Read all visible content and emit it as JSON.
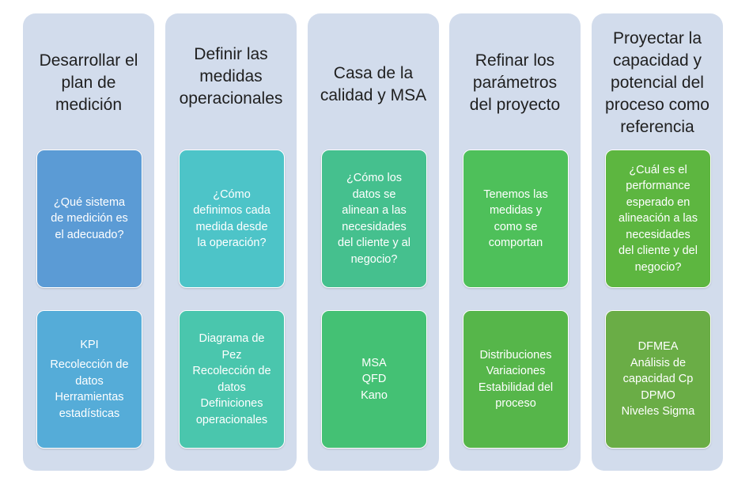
{
  "colors": {
    "column_bg": "#d2dcec",
    "title_text": "#1f1f1f",
    "box_text": "#ffffff",
    "col1": "#5b9bd5",
    "col2": "#4dc4c8",
    "col3": "#45c08e",
    "col4": "#4ec05a",
    "col5": "#6aad46"
  },
  "columns": [
    {
      "title": [
        "Desarrollar el",
        "plan de",
        "medición"
      ],
      "question": [
        "¿Qué sistema",
        "de medición es",
        "el adecuado?"
      ],
      "tools_first": [
        "KPI"
      ],
      "tools": [
        "Recolección de",
        "datos",
        "Herramientas",
        "estadísticas"
      ]
    },
    {
      "title": [
        "Definir las",
        "medidas",
        "operacionales"
      ],
      "question": [
        "¿Cómo",
        "definimos cada",
        "medida desde",
        "la operación?"
      ],
      "tools": [
        "Diagrama de",
        "Pez",
        "Recolección de",
        "datos",
        "Definiciones",
        "operacionales"
      ]
    },
    {
      "title": [
        "Casa de la",
        "calidad y MSA"
      ],
      "question": [
        "¿Cómo los",
        "datos se",
        "alinean a las",
        "necesidades",
        "del cliente y al",
        "negocio?"
      ],
      "tools": [
        "MSA",
        "QFD",
        "Kano"
      ]
    },
    {
      "title": [
        "Refinar los",
        "parámetros",
        "del proyecto"
      ],
      "question": [
        "Tenemos las",
        "medidas y",
        "como se",
        "comportan"
      ],
      "tools": [
        "Distribuciones",
        "Variaciones",
        "Estabilidad del",
        "proceso"
      ]
    },
    {
      "title": [
        "Proyectar la",
        "capacidad y",
        "potencial del",
        "proceso como",
        "referencia"
      ],
      "question": [
        "¿Cuál es el",
        "performance",
        "esperado en",
        "alineación a las",
        "necesidades",
        "del cliente y del",
        "negocio?"
      ],
      "tools": [
        "DFMEA",
        "Análisis de",
        "capacidad Cp",
        "DPMO",
        "Niveles Sigma"
      ]
    }
  ]
}
